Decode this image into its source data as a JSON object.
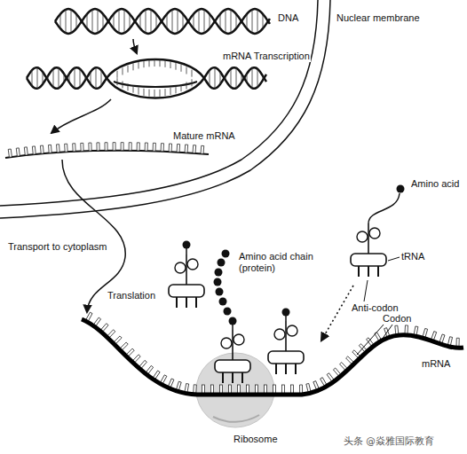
{
  "diagram": {
    "labels": [
      "DNA",
      "Nuclear membrane",
      "mRNA Transcription",
      "Mature mRNA",
      "Amino acid",
      "Amino acid chain (protein)",
      "tRNA",
      "Transport to cytoplasm",
      "Translation",
      "Anti-codon",
      "Codon",
      "mRNA",
      "Ribosome",
      "头条 @焱雅国际教育"
    ]
  }
}
